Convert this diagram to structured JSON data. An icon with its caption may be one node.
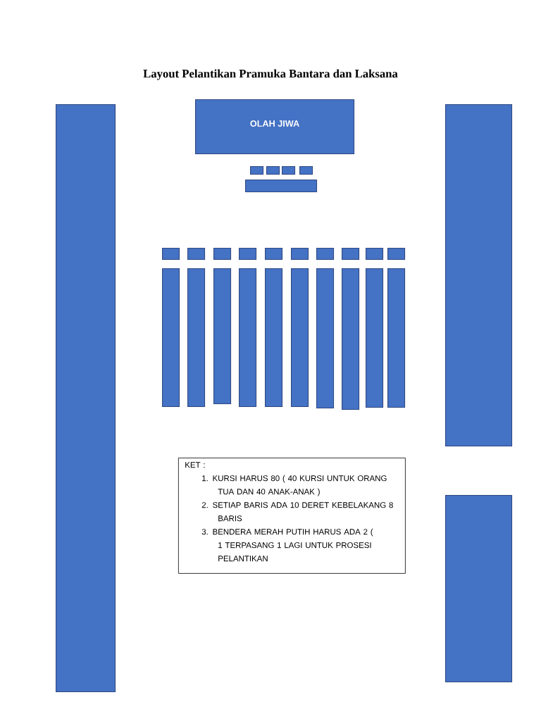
{
  "diagram": {
    "title": "Layout Pelantikan Pramuka Bantara dan Laksana",
    "nodes": [
      {
        "text": [],
        "shape": "box"
      },
      {
        "text": [
          "OLAH JIWA"
        ]
      },
      {
        "text": [],
        "shape": "box"
      },
      {
        "text": [],
        "shape": "box"
      },
      {
        "text": [],
        "shape": "box"
      },
      {
        "text": [],
        "shape": "box"
      },
      {
        "text": [],
        "shape": "box"
      },
      {
        "text": [],
        "shape": "box"
      },
      {
        "text": [],
        "shape": "box"
      },
      {
        "text": [],
        "shape": "box"
      },
      {
        "text": [],
        "shape": "box"
      },
      {
        "text": [],
        "shape": "box"
      },
      {
        "text": [],
        "shape": "box"
      },
      {
        "text": [],
        "shape": "box"
      },
      {
        "text": [],
        "shape": "box"
      },
      {
        "text": [],
        "shape": "box"
      },
      {
        "text": [],
        "shape": "box"
      },
      {
        "text": [],
        "shape": "box"
      },
      {
        "text": [],
        "shape": "box"
      },
      {
        "text": [],
        "shape": "box"
      },
      {
        "text": [],
        "shape": "box"
      },
      {
        "text": [],
        "shape": "box"
      },
      {
        "text": [],
        "shape": "box"
      },
      {
        "text": [],
        "shape": "box"
      },
      {
        "text": [],
        "shape": "box"
      },
      {
        "text": [],
        "shape": "box"
      },
      {
        "text": [],
        "shape": "box"
      },
      {
        "text": [],
        "shape": "box"
      },
      {
        "text": [
          "KET :",
          "1. KURSI HARUS 80 ( 40 KURSI UNTUK ORANG TUA DAN 40 ANAK-ANAK )",
          "2. SETIAP BARIS ADA 10 DERET KEBELAKANG 8 BARIS",
          "3. BENDERA MERAH PUTIH HARUS ADA 2 ( 1 TERPASANG 1 LAGI UNTUK PROSESI PELANTIKAN"
        ]
      },
      {
        "text": [],
        "shape": "box"
      }
    ],
    "edges": []
  }
}
